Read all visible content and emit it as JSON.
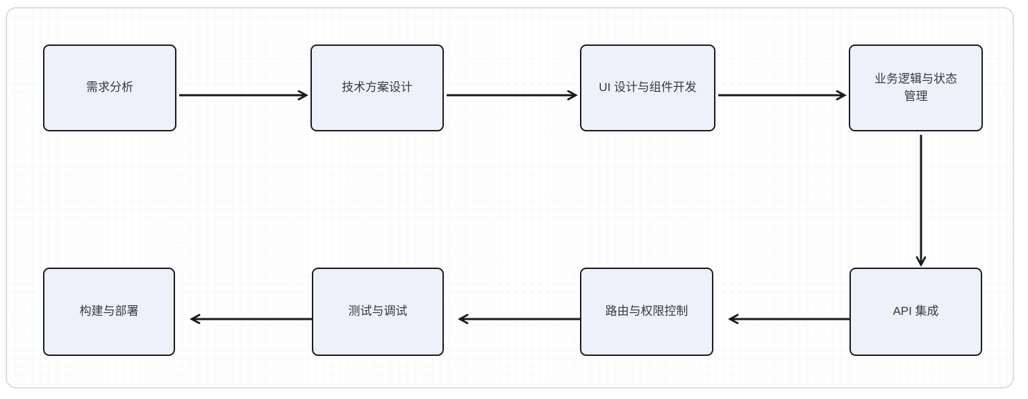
{
  "diagram": {
    "type": "flowchart",
    "nodes": [
      {
        "id": "requirements-analysis",
        "label": "需求分析"
      },
      {
        "id": "technical-design",
        "label": "技术方案设计"
      },
      {
        "id": "ui-component-dev",
        "label": "UI 设计与组件开发"
      },
      {
        "id": "business-logic-state",
        "label": "业务逻辑与状态管理"
      },
      {
        "id": "api-integration",
        "label": "API 集成"
      },
      {
        "id": "routing-permissions",
        "label": "路由与权限控制"
      },
      {
        "id": "testing-debugging",
        "label": "测试与调试"
      },
      {
        "id": "build-deploy",
        "label": "构建与部署"
      }
    ],
    "edges": [
      {
        "from": "需求分析",
        "to": "技术方案设计",
        "direction": "right"
      },
      {
        "from": "技术方案设计",
        "to": "UI 设计与组件开发",
        "direction": "right"
      },
      {
        "from": "UI 设计与组件开发",
        "to": "业务逻辑与状态管理",
        "direction": "right"
      },
      {
        "from": "业务逻辑与状态管理",
        "to": "API 集成",
        "direction": "down"
      },
      {
        "from": "API 集成",
        "to": "路由与权限控制",
        "direction": "left"
      },
      {
        "from": "路由与权限控制",
        "to": "测试与调试",
        "direction": "left"
      },
      {
        "from": "测试与调试",
        "to": "构建与部署",
        "direction": "left"
      }
    ],
    "colors": {
      "node_fill": "#edf2fa",
      "node_border": "#1a1b1e",
      "node_text": "#333a44",
      "arrow": "#17191c",
      "canvas_border": "#dadde2",
      "canvas_background": "#fefefe"
    }
  }
}
